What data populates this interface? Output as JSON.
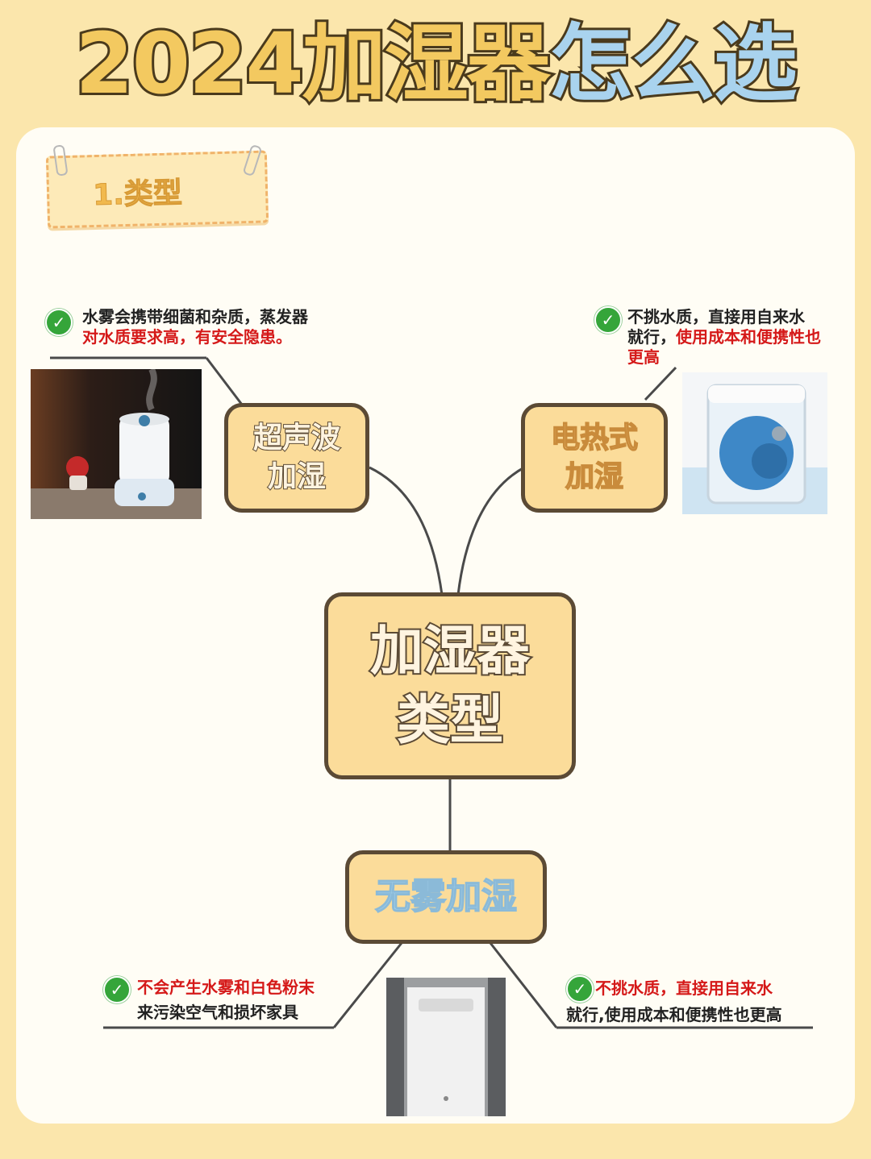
{
  "header": {
    "title_part1": "2024加湿器",
    "title_part2": "怎么选"
  },
  "section": {
    "label": "1.类型"
  },
  "center": {
    "line1": "加湿器",
    "line2": "类型"
  },
  "branches": {
    "ultrasonic": {
      "line1": "超声波",
      "line2": "加湿",
      "note_line1": "水雾会携带细菌和杂质，蒸发器",
      "note_line2_red": "对水质要求高，有安全隐患。"
    },
    "electric": {
      "line1": "电热式",
      "line2": "加湿",
      "note_line1": "不挑水质，直接用自来水",
      "note_line2_prefix": "就行，",
      "note_line2_red": "使用成本和便携性也",
      "note_line3_red": "更高"
    },
    "mistfree": {
      "label": "无雾加湿",
      "left_note_red": "不会产生水雾和白色粉末",
      "left_note_line2": "来污染空气和损坏家具",
      "right_note_red": "不挑水质，直接用自来水",
      "right_note_line2": "就行,使用成本和便携性也更高"
    }
  },
  "icons": {
    "check": "check-icon",
    "clip": "paperclip-icon"
  },
  "colors": {
    "background": "#fbe6ac",
    "box_fill": "#fbdc9a",
    "box_border": "#5b4a35",
    "accent_red": "#d51919",
    "check_green": "#35a53a"
  }
}
